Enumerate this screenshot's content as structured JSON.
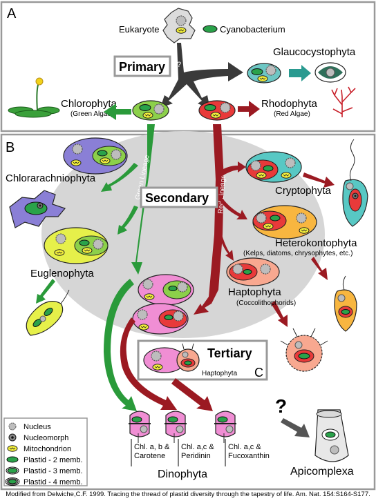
{
  "panels": {
    "a": "A",
    "b": "B",
    "c": "C"
  },
  "boxes": {
    "primary": "Primary",
    "secondary": "Secondary",
    "tertiary": "Tertiary",
    "unknown": "?"
  },
  "lineages": {
    "green": "Green Lineage",
    "red": "Red Lineage"
  },
  "organisms": {
    "eukaryote": "Eukaryote",
    "cyanobacterium": "Cyanobacterium",
    "glaucocystophyta": "Glaucocystophyta",
    "chlorophyta": "Chlorophyta",
    "chlorophyta_sub": "(Green Algae)",
    "rhodophyta": "Rhodophyta",
    "rhodophyta_sub": "(Red Algae)",
    "chlorarachniophyta": "Chlorarachniophyta",
    "euglenophyta": "Euglenophyta",
    "cryptophyta": "Cryptophyta",
    "heterokontophyta": "Heterokontophyta",
    "heterokontophyta_sub": "(Kelps, diatoms, chrysophytes, etc.)",
    "haptophyta": "Haptophyta",
    "haptophyta_sub": "(Coccolithophorids)",
    "haptophyta_small": "Haptophyta",
    "dinophyta": "Dinophyta",
    "apicomplexa": "Apicomplexa",
    "apicomplexa_q": "?"
  },
  "pigments": [
    {
      "line1": "Chl. a, b &",
      "line2": "Carotene"
    },
    {
      "line1": "Chl. a,c &",
      "line2": "Peridinin"
    },
    {
      "line1": "Chl. a,c &",
      "line2": "Fucoxanthin"
    }
  ],
  "legend": [
    {
      "label": "Nucleus",
      "symbol": "nucleus-icon"
    },
    {
      "label": "Nucleomorph",
      "symbol": "nucleomorph-icon"
    },
    {
      "label": "Mitochondrion",
      "symbol": "mitochondrion-icon"
    },
    {
      "label": "Plastid - 2 memb.",
      "symbol": "plastid-2-icon"
    },
    {
      "label": "Plastid - 3 memb.",
      "symbol": "plastid-3-icon"
    },
    {
      "label": "Plastid - 4 memb.",
      "symbol": "plastid-4-icon"
    }
  ],
  "caption": "Modified from Delwiche,C.F. 1999. Tracing the thread of plastid diversity through the tapestry of life. Am. Nat. 154:S164-S177.",
  "colors": {
    "green_arrow": "#2a9a3a",
    "red_arrow": "#9b1a22",
    "primary_arrow": "#3a3a3a",
    "teal_arrow": "#2a9a90",
    "secondary_bg": "#d6d6d6",
    "plastid": "#2aa24a"
  }
}
